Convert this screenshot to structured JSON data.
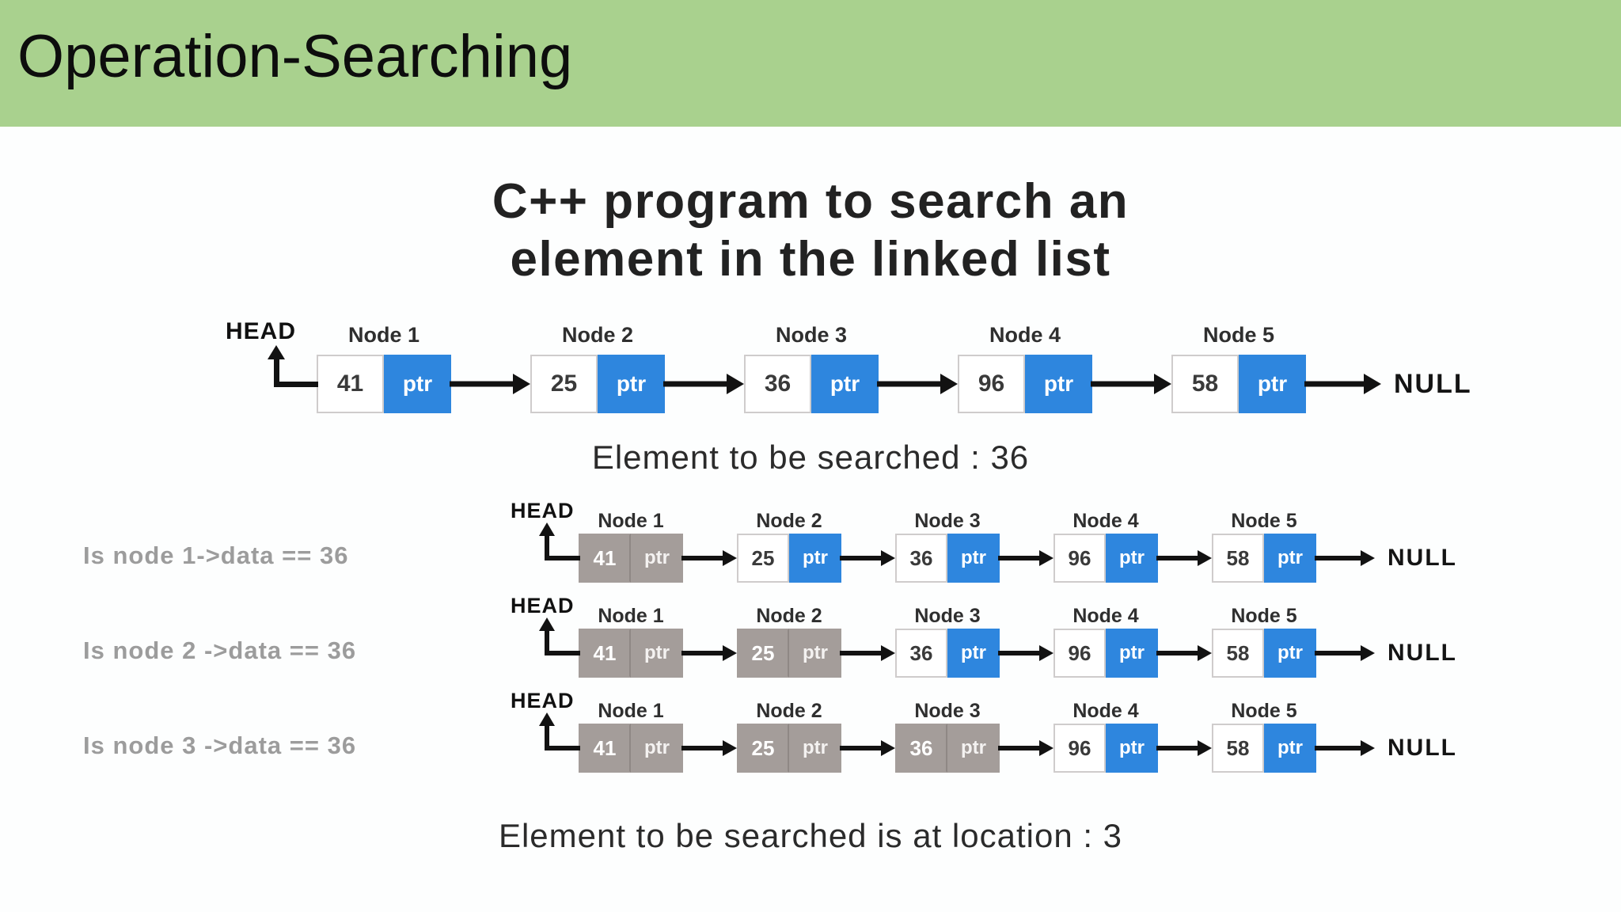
{
  "header": {
    "title": "Operation-Searching"
  },
  "heading": {
    "line1": "C++ program to search an",
    "line2": "element in the linked list"
  },
  "labels": {
    "head": "HEAD",
    "null": "NULL",
    "ptr": "ptr"
  },
  "nodes": [
    {
      "label": "Node 1",
      "value": "41"
    },
    {
      "label": "Node 2",
      "value": "25"
    },
    {
      "label": "Node 3",
      "value": "36"
    },
    {
      "label": "Node 4",
      "value": "96"
    },
    {
      "label": "Node 5",
      "value": "58"
    }
  ],
  "search_prompt": "Element to be searched : 36",
  "steps": [
    {
      "question": "Is node 1->data == 36",
      "visited_count": 1
    },
    {
      "question": "Is node 2 ->data == 36",
      "visited_count": 2
    },
    {
      "question": "Is node 3 ->data == 36",
      "visited_count": 3
    }
  ],
  "result": "Element to be searched is at location : 3",
  "colors": {
    "header_green": "#a9d18e",
    "pointer_blue": "#2e86de",
    "visited_gray": "#a49d9a"
  }
}
